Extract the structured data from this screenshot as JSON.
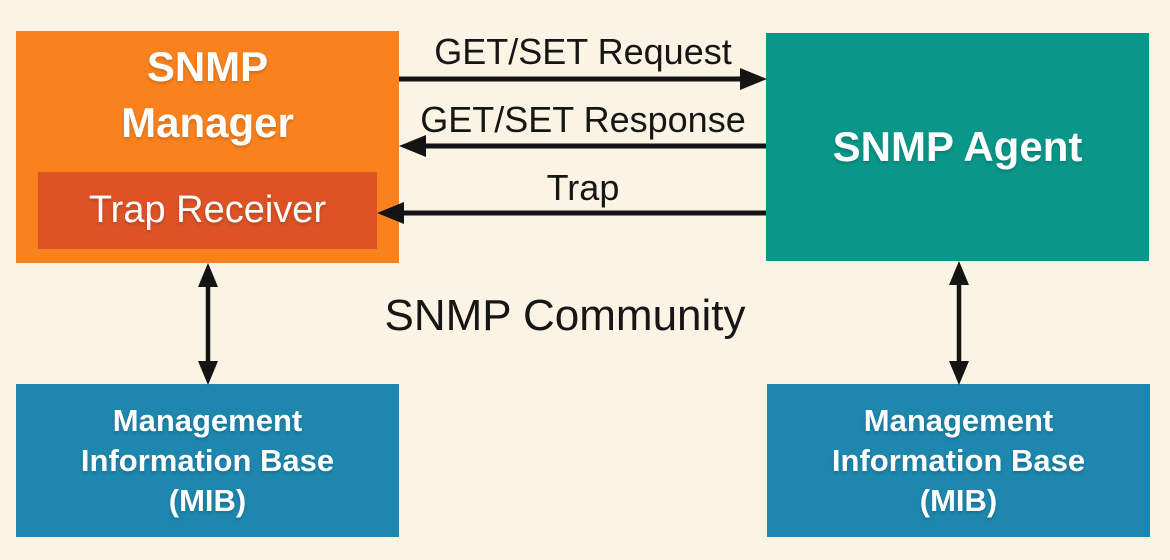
{
  "colors": {
    "background": "#FBF4E5",
    "manager_orange": "#F9821E",
    "trap_red": "#DD5326",
    "agent_teal": "#0A9689",
    "mib_blue": "#1E87AE",
    "arrow_black": "#141414",
    "box_text_white": "#FFFFFF"
  },
  "diagram": {
    "community_label": "SNMP Community",
    "manager": {
      "line1": "SNMP",
      "line2": "Manager"
    },
    "trap_receiver": {
      "label": "Trap Receiver"
    },
    "agent": {
      "label": "SNMP Agent"
    },
    "mib_boxes": [
      {
        "line1": "Management",
        "line2": "Information Base",
        "line3": "(MIB)"
      },
      {
        "line1": "Management",
        "line2": "Information Base",
        "line3": "(MIB)"
      }
    ],
    "messages": [
      {
        "label": "GET/SET Request",
        "direction": "right"
      },
      {
        "label": "GET/SET Response",
        "direction": "left"
      },
      {
        "label": "Trap",
        "direction": "left"
      }
    ]
  }
}
